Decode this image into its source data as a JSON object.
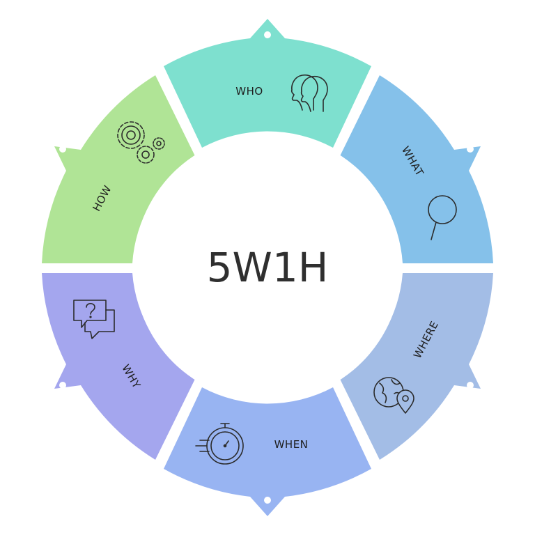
{
  "center": {
    "title": "5W1H"
  },
  "segments": [
    {
      "id": "who",
      "label": "WHO",
      "color": "#7ee0cf",
      "icon": "heads-profile-icon"
    },
    {
      "id": "what",
      "label": "WHAT",
      "color": "#85c1ea",
      "icon": "magnifier-icon"
    },
    {
      "id": "where",
      "label": "WHERE",
      "color": "#a3bde6",
      "icon": "globe-location-icon"
    },
    {
      "id": "when",
      "label": "WHEN",
      "color": "#98b4f2",
      "icon": "stopwatch-icon"
    },
    {
      "id": "why",
      "label": "WHY",
      "color": "#a4a6ee",
      "icon": "question-chat-icon"
    },
    {
      "id": "how",
      "label": "HOW",
      "color": "#b0e496",
      "icon": "gears-icon"
    }
  ]
}
